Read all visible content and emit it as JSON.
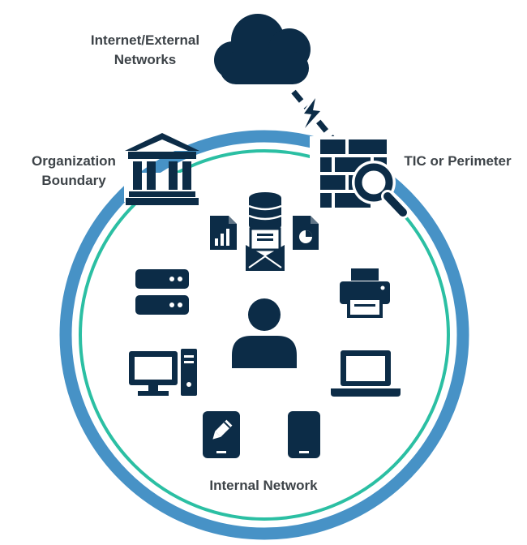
{
  "colors": {
    "icon": "#0c2c47",
    "outer_ring": "#4792c6",
    "inner_ring": "#2bbfa3",
    "text": "#3d4348",
    "background": "#ffffff"
  },
  "labels": {
    "internet": [
      "Internet/External",
      "Networks"
    ],
    "organization": [
      "Organization",
      "Boundary"
    ],
    "perimeter": "TIC or Perimeter",
    "internal": "Internal Network"
  },
  "icons": [
    "cloud-icon",
    "connection-lightning-icon",
    "organization-building-icon",
    "firewall-icon",
    "magnifier-icon",
    "database-icon",
    "bar-chart-document-icon",
    "pie-chart-document-icon",
    "mail-envelope-icon",
    "server-icon",
    "printer-icon",
    "user-icon",
    "desktop-computer-icon",
    "laptop-icon",
    "tablet-pen-icon",
    "mobile-phone-icon"
  ]
}
